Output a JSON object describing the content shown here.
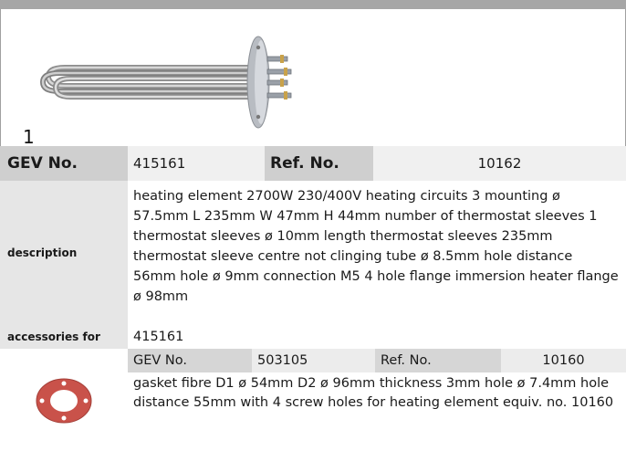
{
  "item_number": "1",
  "main": {
    "gev_label": "GEV No.",
    "gev_value": "415161",
    "ref_label": "Ref. No.",
    "ref_value": "10162",
    "description_label": "description",
    "description_text": "heating element  2700W 230/400V heating circuits 3 mounting ø 57.5mm L 235mm W 47mm H 44mm number of thermostat sleeves 1 thermostat sleeves ø 10mm length thermostat sleeves 235mm thermostat sleeve centre not clinging tube ø 8.5mm hole distance 56mm hole ø 9mm connection M5 4 hole flange immersion heater flange ø 98mm",
    "accessories_label": "accessories for",
    "accessories_value": "415161"
  },
  "accessory": {
    "gev_label": "GEV No.",
    "gev_value": "503105",
    "ref_label": "Ref. No.",
    "ref_value": "10160",
    "description_text": "gasket  fibre D1 ø 54mm D2 ø 96mm thickness 3mm hole ø 7.4mm hole distance 55mm with 4 screw holes for heating element equiv. no. 10160"
  },
  "colors": {
    "header_bar": "#a6a6a6",
    "label_cell": "#cfcfcf",
    "value_cell": "#f0f0f0",
    "gasket": "#c9524a"
  }
}
